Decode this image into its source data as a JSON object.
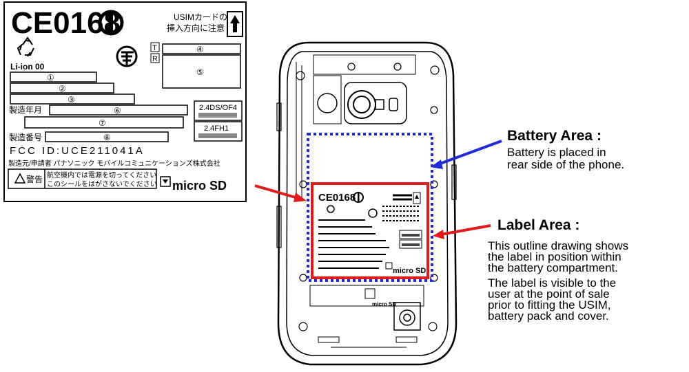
{
  "label": {
    "ce_mark": "CE0168",
    "usim_note_1": "USIMカードの",
    "usim_note_2": "挿入方向に注意",
    "battery_type": "Li-ion 00",
    "t_mark": "T",
    "r_mark": "R",
    "n1": "①",
    "n2": "②",
    "n3": "③",
    "n4": "④",
    "n5": "⑤",
    "n6": "⑥",
    "n7": "⑦",
    "n8": "⑧",
    "manufacture_date_label": "製造年月",
    "serial_label": "製造番号",
    "freq_1": "2.4DS/OF4",
    "freq_2": "2.4FH1",
    "fcc_id": "FCC ID:UCE211041A",
    "maker": "製造元/申請者 パナソニック モバイルコミュニケーションズ株式会社",
    "warning_label": "警告",
    "warning_text_1": "航空機内では電源を切ってください",
    "warning_text_2": "このシールをはがさないでください",
    "microsd": "micro SD"
  },
  "phone": {
    "mini_ce": "CE0168",
    "mini_microsd": "micro SD",
    "slot_microsd": "micro SD"
  },
  "battery_area": {
    "title": "Battery Area :",
    "desc_1": "Battery is placed in",
    "desc_2": "rear side of the phone."
  },
  "label_area": {
    "title": "Label Area :",
    "p1_1": "This outline drawing shows",
    "p1_2": "the label in position within",
    "p1_3": "the battery compartment.",
    "p2_1": "The label is visible to the",
    "p2_2": "user at the point of sale",
    "p2_3": "prior to fitting the USIM,",
    "p2_4": "battery pack and cover."
  },
  "colors": {
    "battery_outline": "#1f2bdc",
    "label_outline": "#e01b1b",
    "battery_arrow": "#1f2bdc",
    "label_arrow": "#e01b1b"
  }
}
